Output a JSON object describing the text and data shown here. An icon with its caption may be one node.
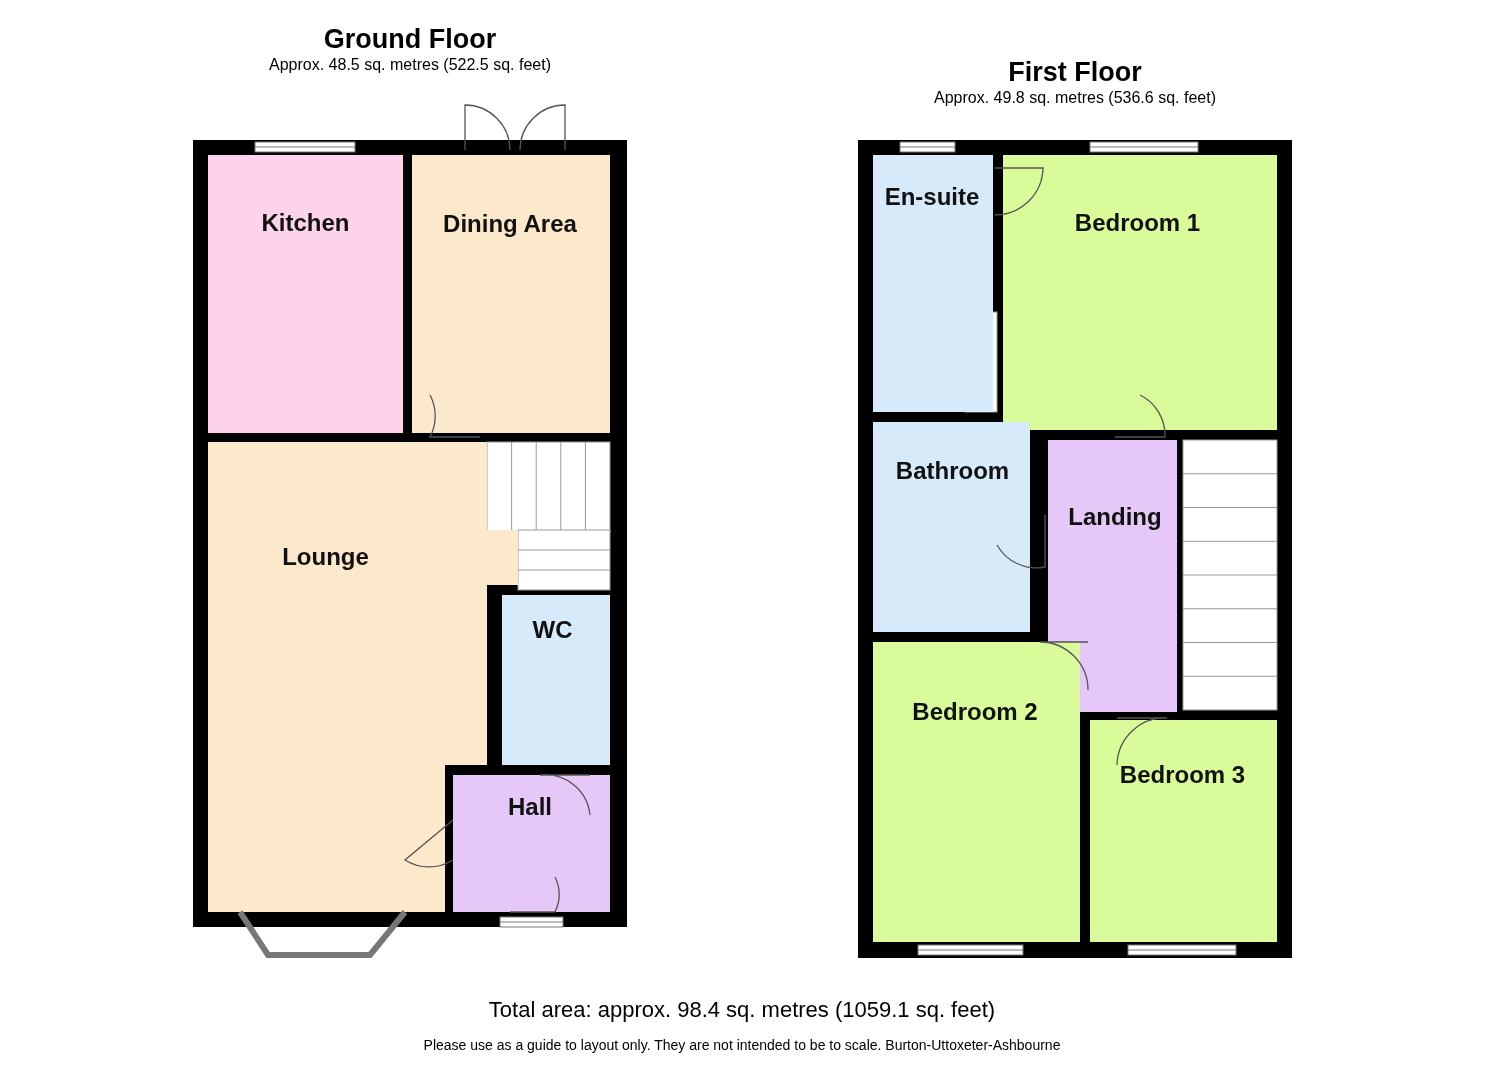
{
  "diagram": {
    "nodes": [
      {
        "text": [
          "Ground Floor",
          "Approx. 48.5 sq. metres (522.5 sq. feet)"
        ]
      },
      {
        "text": [
          "Kitchen"
        ],
        "in": 0
      },
      {
        "text": [
          "Dining Area"
        ],
        "in": 0
      },
      {
        "text": [
          "Lounge"
        ],
        "in": 0
      },
      {
        "text": [
          "WC"
        ],
        "in": 0
      },
      {
        "text": [
          "Hall"
        ],
        "in": 0
      },
      {
        "text": [
          "First Floor",
          "Approx. 49.8 sq. metres (536.6 sq. feet)"
        ]
      },
      {
        "text": [
          "En-suite"
        ],
        "in": 6
      },
      {
        "text": [
          "Bedroom 1"
        ],
        "in": 6
      },
      {
        "text": [
          "Bathroom"
        ],
        "in": 6
      },
      {
        "text": [
          "Landing"
        ],
        "in": 6
      },
      {
        "text": [
          "Bedroom 2"
        ],
        "in": 6
      },
      {
        "text": [
          "Bedroom 3"
        ],
        "in": 6
      }
    ],
    "edges": [],
    "labels": [
      "Total area: approx. 98.4 sq. metres (1059.1 sq. feet)",
      "Please use as a guide to layout only. They are not intended to be to scale. Burton-Uttoxeter-Ashbourne"
    ]
  }
}
